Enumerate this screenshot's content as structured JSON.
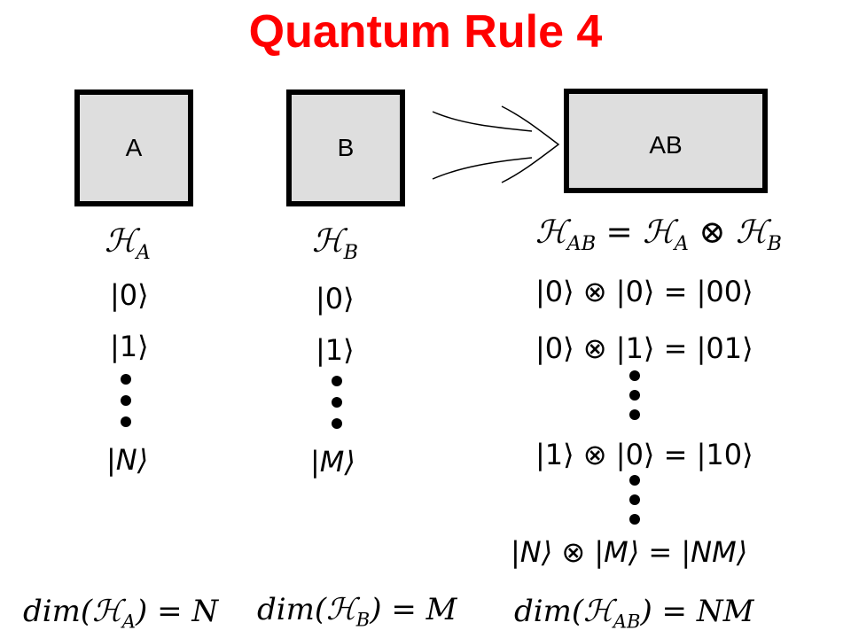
{
  "title": "Quantum Rule 4",
  "boxes": {
    "a": "A",
    "b": "B",
    "ab": "AB"
  },
  "spaces": {
    "a": {
      "sym": "ℋ",
      "sub": "A"
    },
    "b": {
      "sym": "ℋ",
      "sub": "B"
    },
    "ab": {
      "lhs_sub": "AB",
      "eq": "=",
      "a_sub": "A",
      "otimes": "⊗",
      "b_sub": "B"
    }
  },
  "column_a": {
    "ket0": "|0⟩",
    "ket1": "|1⟩",
    "ketN": "|N⟩"
  },
  "column_b": {
    "ket0": "|0⟩",
    "ket1": "|1⟩",
    "ketM": "|M⟩"
  },
  "column_ab": {
    "row1": "|0⟩ ⊗ |0⟩ = |00⟩",
    "row2": "|0⟩ ⊗ |1⟩ = |01⟩",
    "row3": "|1⟩ ⊗ |0⟩ = |10⟩",
    "row4": "|N⟩ ⊗ |M⟩ = |NM⟩"
  },
  "dims": {
    "a": {
      "prefix": "dim(",
      "sym": "ℋ",
      "sub": "A",
      "suffix": ") = N"
    },
    "b": {
      "prefix": "dim(",
      "sym": "ℋ",
      "sub": "B",
      "suffix": ") = M"
    },
    "ab": {
      "prefix": "dim(",
      "sym": "ℋ",
      "sub": "AB",
      "suffix": ") = NM"
    }
  }
}
